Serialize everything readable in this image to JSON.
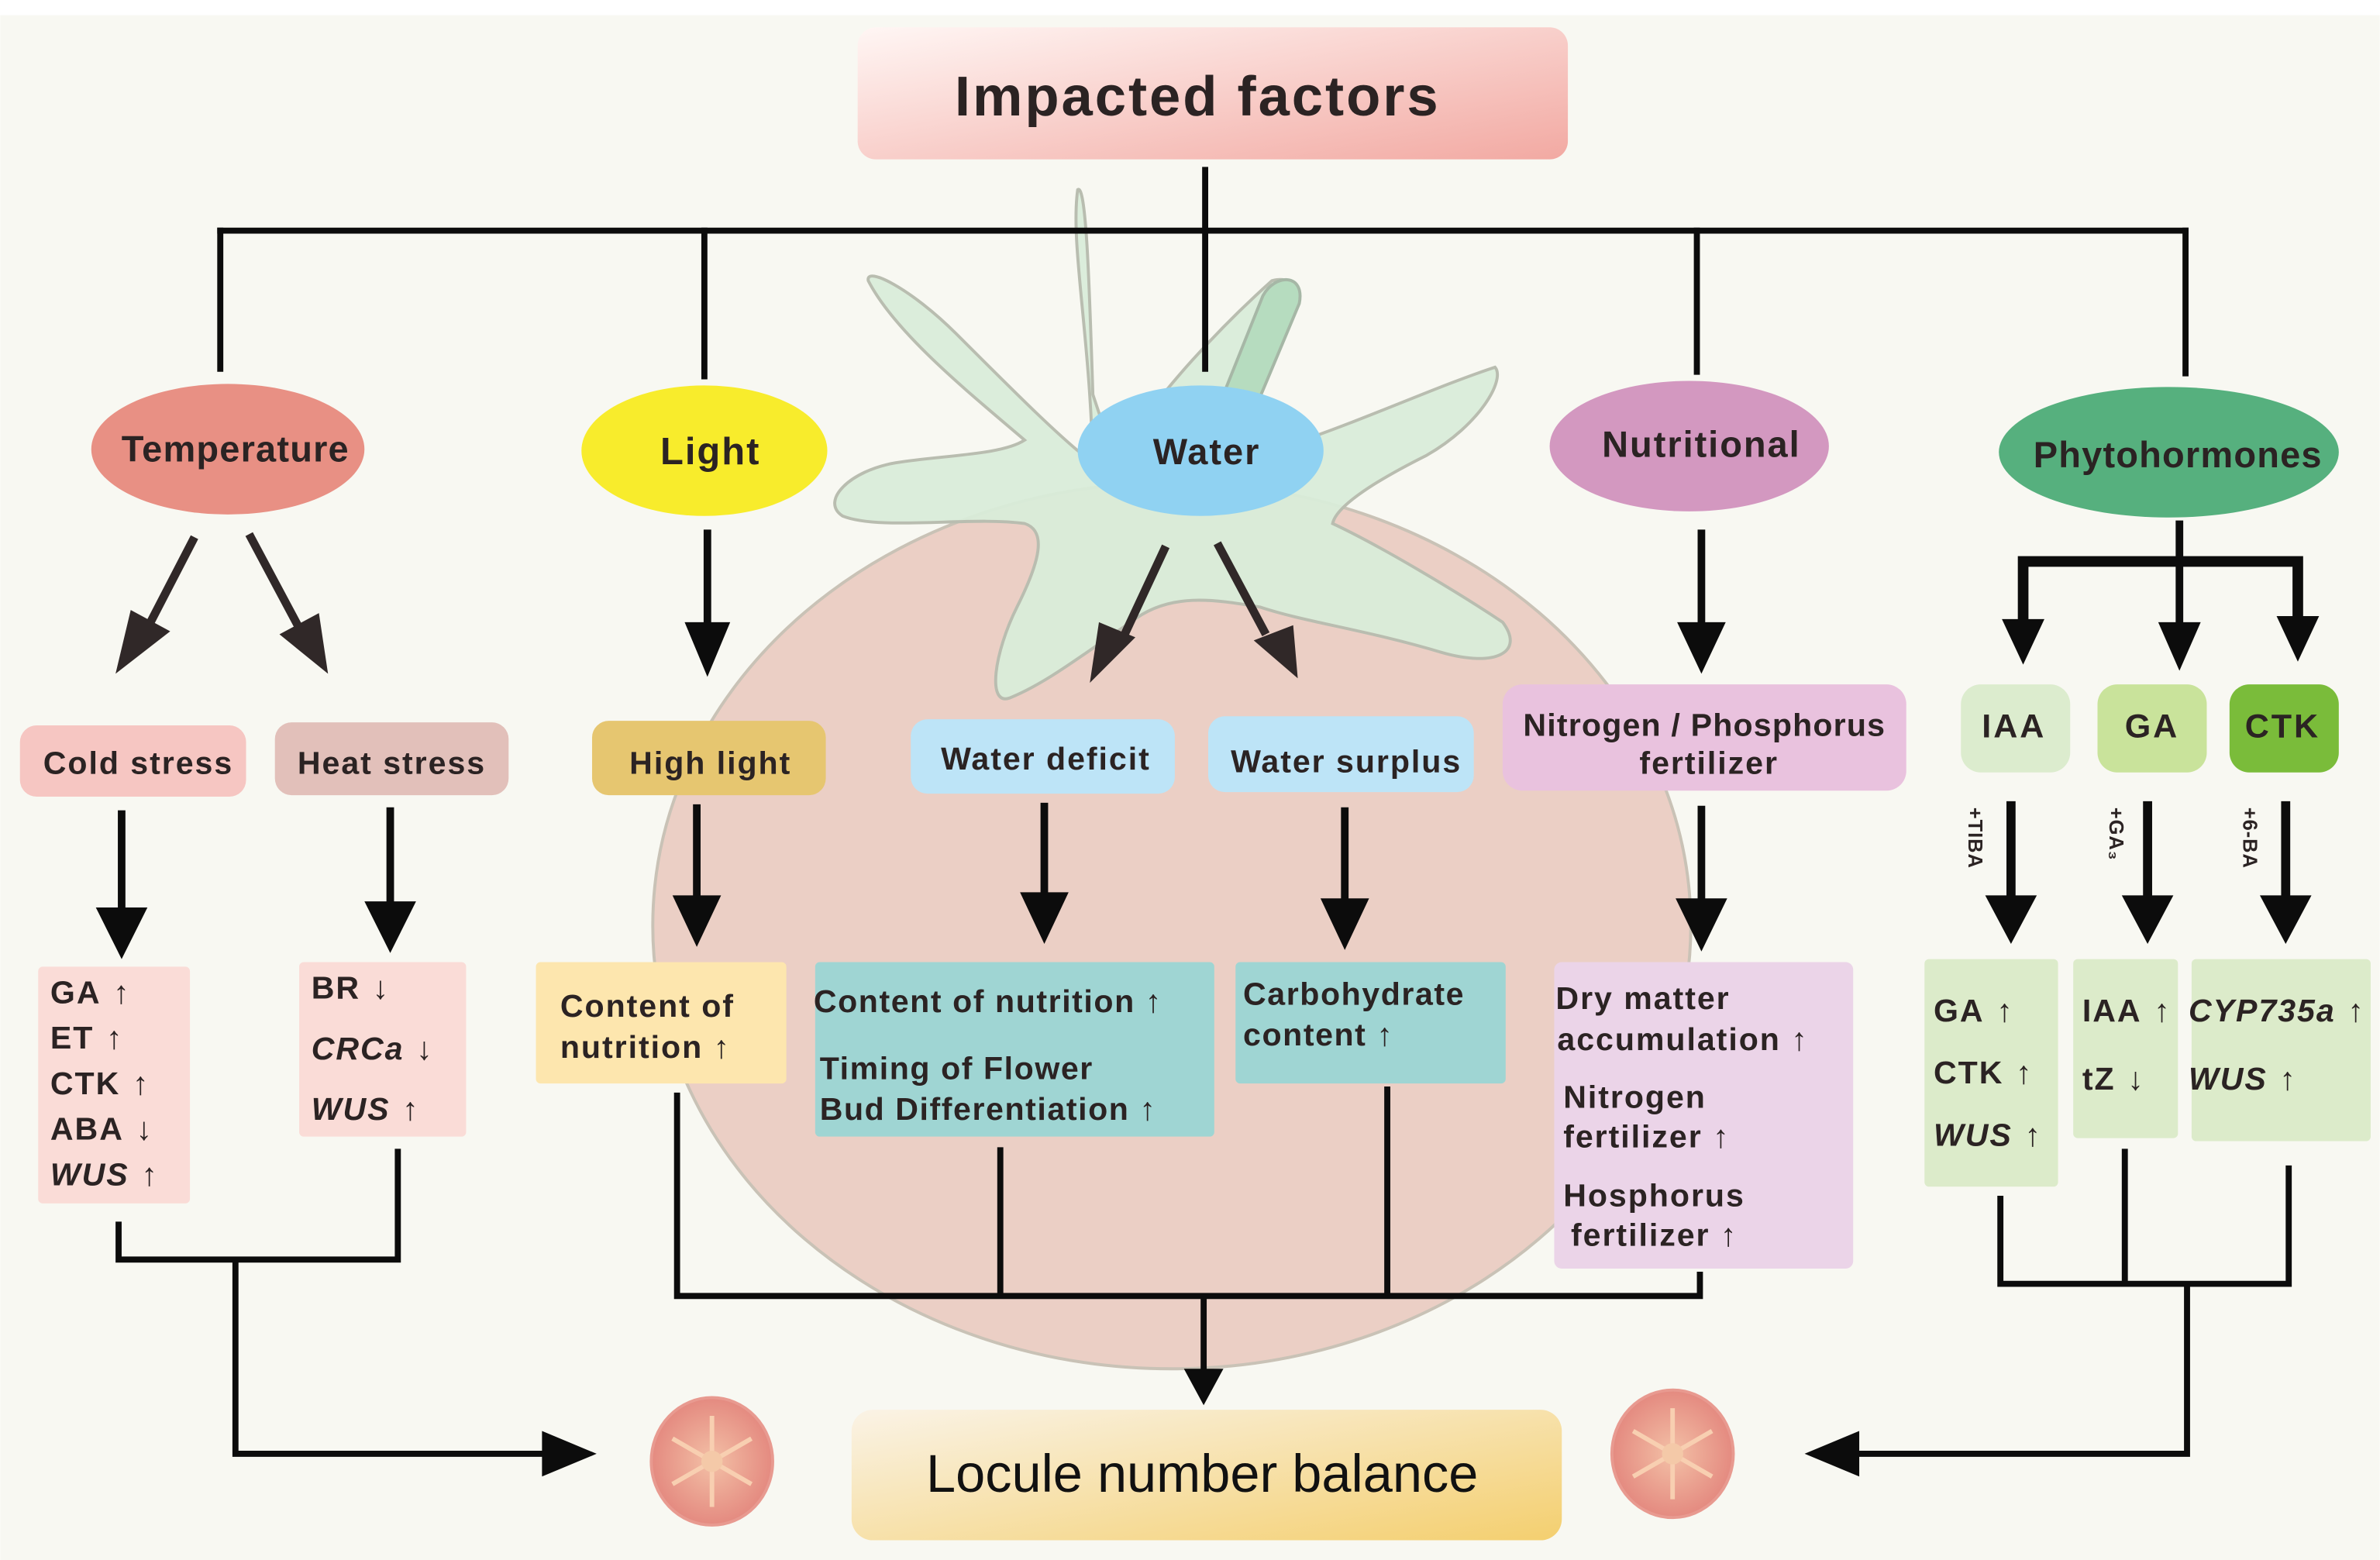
{
  "title": "Impacted factors",
  "outcome": "Locule number balance",
  "colors": {
    "background": "#f8f8f2",
    "title_box": "#f3b0aa",
    "outcome_box": "#f5d27a",
    "tomato_body": "#ebcfc5",
    "tomato_calyx": "#d9ecd9",
    "temperature": "#e89084",
    "light": "#f8ec2c",
    "water": "#90d2f2",
    "nutritional": "#d398c0",
    "phytohormones": "#56b07e"
  },
  "factors": [
    {
      "id": "temperature",
      "label": "Temperature"
    },
    {
      "id": "light",
      "label": "Light"
    },
    {
      "id": "water",
      "label": "Water"
    },
    {
      "id": "nutritional",
      "label": "Nutritional"
    },
    {
      "id": "phytohormones",
      "label": "Phytohormones"
    }
  ],
  "temperature": {
    "cold": {
      "label": "Cold stress",
      "effects": [
        {
          "name": "GA",
          "dir": "↑",
          "italic": false
        },
        {
          "name": "ET",
          "dir": "↑",
          "italic": false
        },
        {
          "name": "CTK",
          "dir": "↑",
          "italic": false
        },
        {
          "name": "ABA",
          "dir": "↓",
          "italic": false
        },
        {
          "name": "WUS",
          "dir": "↑",
          "italic": true
        }
      ]
    },
    "heat": {
      "label": "Heat stress",
      "effects": [
        {
          "name": "BR",
          "dir": "↓",
          "italic": false
        },
        {
          "name": "CRCa",
          "dir": "↓",
          "italic": true
        },
        {
          "name": "WUS",
          "dir": "↑",
          "italic": true
        }
      ]
    }
  },
  "light": {
    "condition": "High light",
    "effect_lines": [
      "Content of",
      "nutrition ↑"
    ]
  },
  "water": {
    "deficit": {
      "label": "Water deficit",
      "effect_lines": [
        "Content of nutrition ↑",
        "Timing of Flower",
        "Bud Differentiation ↑"
      ]
    },
    "surplus": {
      "label": "Water surplus",
      "effect_lines": [
        "Carbohydrate",
        "content ↑"
      ]
    }
  },
  "nutritional": {
    "condition_lines": [
      "Nitrogen / Phosphorus",
      "fertilizer"
    ],
    "effect_lines": [
      "Dry matter",
      "accumulation ↑",
      "Nitrogen",
      "fertilizer ↑",
      "Hosphorus",
      "fertilizer ↑"
    ]
  },
  "phytohormones": {
    "hormones": [
      {
        "label": "IAA",
        "treatment": "+TIBA",
        "effects": [
          {
            "name": "GA",
            "dir": "↑",
            "italic": false
          },
          {
            "name": "CTK",
            "dir": "↑",
            "italic": false
          },
          {
            "name": "WUS",
            "dir": "↑",
            "italic": true
          }
        ]
      },
      {
        "label": "GA",
        "treatment": "+GA₃",
        "effects": [
          {
            "name": "IAA",
            "dir": "↑",
            "italic": false
          },
          {
            "name": "tZ",
            "dir": "↓",
            "italic": false
          }
        ]
      },
      {
        "label": "CTK",
        "treatment": "+6-BA",
        "effects": [
          {
            "name": "CYP735a",
            "dir": "↑",
            "italic": true
          },
          {
            "name": "WUS",
            "dir": "↑",
            "italic": true
          }
        ]
      }
    ]
  },
  "icons": {
    "tomato_slice_left": "tomato-slice-icon",
    "tomato_slice_right": "tomato-slice-icon",
    "tomato_background": "tomato-icon"
  }
}
